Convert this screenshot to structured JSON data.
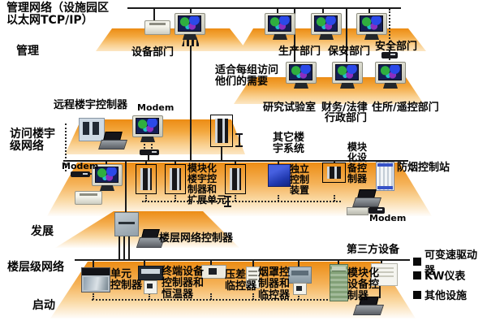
{
  "levels": {
    "management_network": "管理网络（设施园区\n以太网TCP/IP）",
    "management": "管理",
    "access_building": "访问楼宇\n级网络",
    "development": "发展",
    "floor_network": "楼层级网络",
    "startup": "启动"
  },
  "management_row": {
    "equipment_dept": "设备部门",
    "production_dept": "生产部门",
    "security_dept": "保安部门",
    "safety_dept": "安全部门",
    "note": "适合每组访问\n他们的需要",
    "research_lab": "研究试验室",
    "finance_legal": "财务/法律",
    "admin_dept": "行政部门",
    "residence_remote": "住所/遥控部门"
  },
  "access_row": {
    "remote_building_controller": "远程楼宇控制器",
    "modem_remote": "Modem",
    "modem_left": "Modem",
    "modem_right": "Modem",
    "other_building_systems": "其它楼\n宇系统",
    "modular_building_controller": "模块化\n楼宇控\n制器和\n扩展单元",
    "independent_control_unit": "独立\n控制\n装置",
    "modular_equipment_controller": "模块\n化设\n备控\n制器",
    "smoke_control_station": "防烟控制站"
  },
  "development_row": {
    "floor_network_controller": "楼层网络控制器"
  },
  "floor_row": {
    "unit_controller": "单元\n控制器",
    "terminal_controller_thermostat": "终端设备\n控制器和\n恒温器",
    "pressure_monitor": "压差\n临控器",
    "hood_controller_monitor": "烟罩控\n制器和\n临控器",
    "modular_equipment_controller": "模块化\n设备控\n制器",
    "third_party_devices": "第三方设备"
  },
  "legend": {
    "items": [
      "可变速驱动器",
      "KW仪表",
      "其他设施"
    ]
  },
  "colors": {
    "platform_orange": "#EE8D12",
    "platform_fade": "#FBDFB2",
    "line": "#1A1A1A",
    "screen_navy": "#141F55",
    "device_blue": "#2138B0",
    "cabinet_black": "#17171A",
    "cabinet_green": "#8FAE85"
  }
}
